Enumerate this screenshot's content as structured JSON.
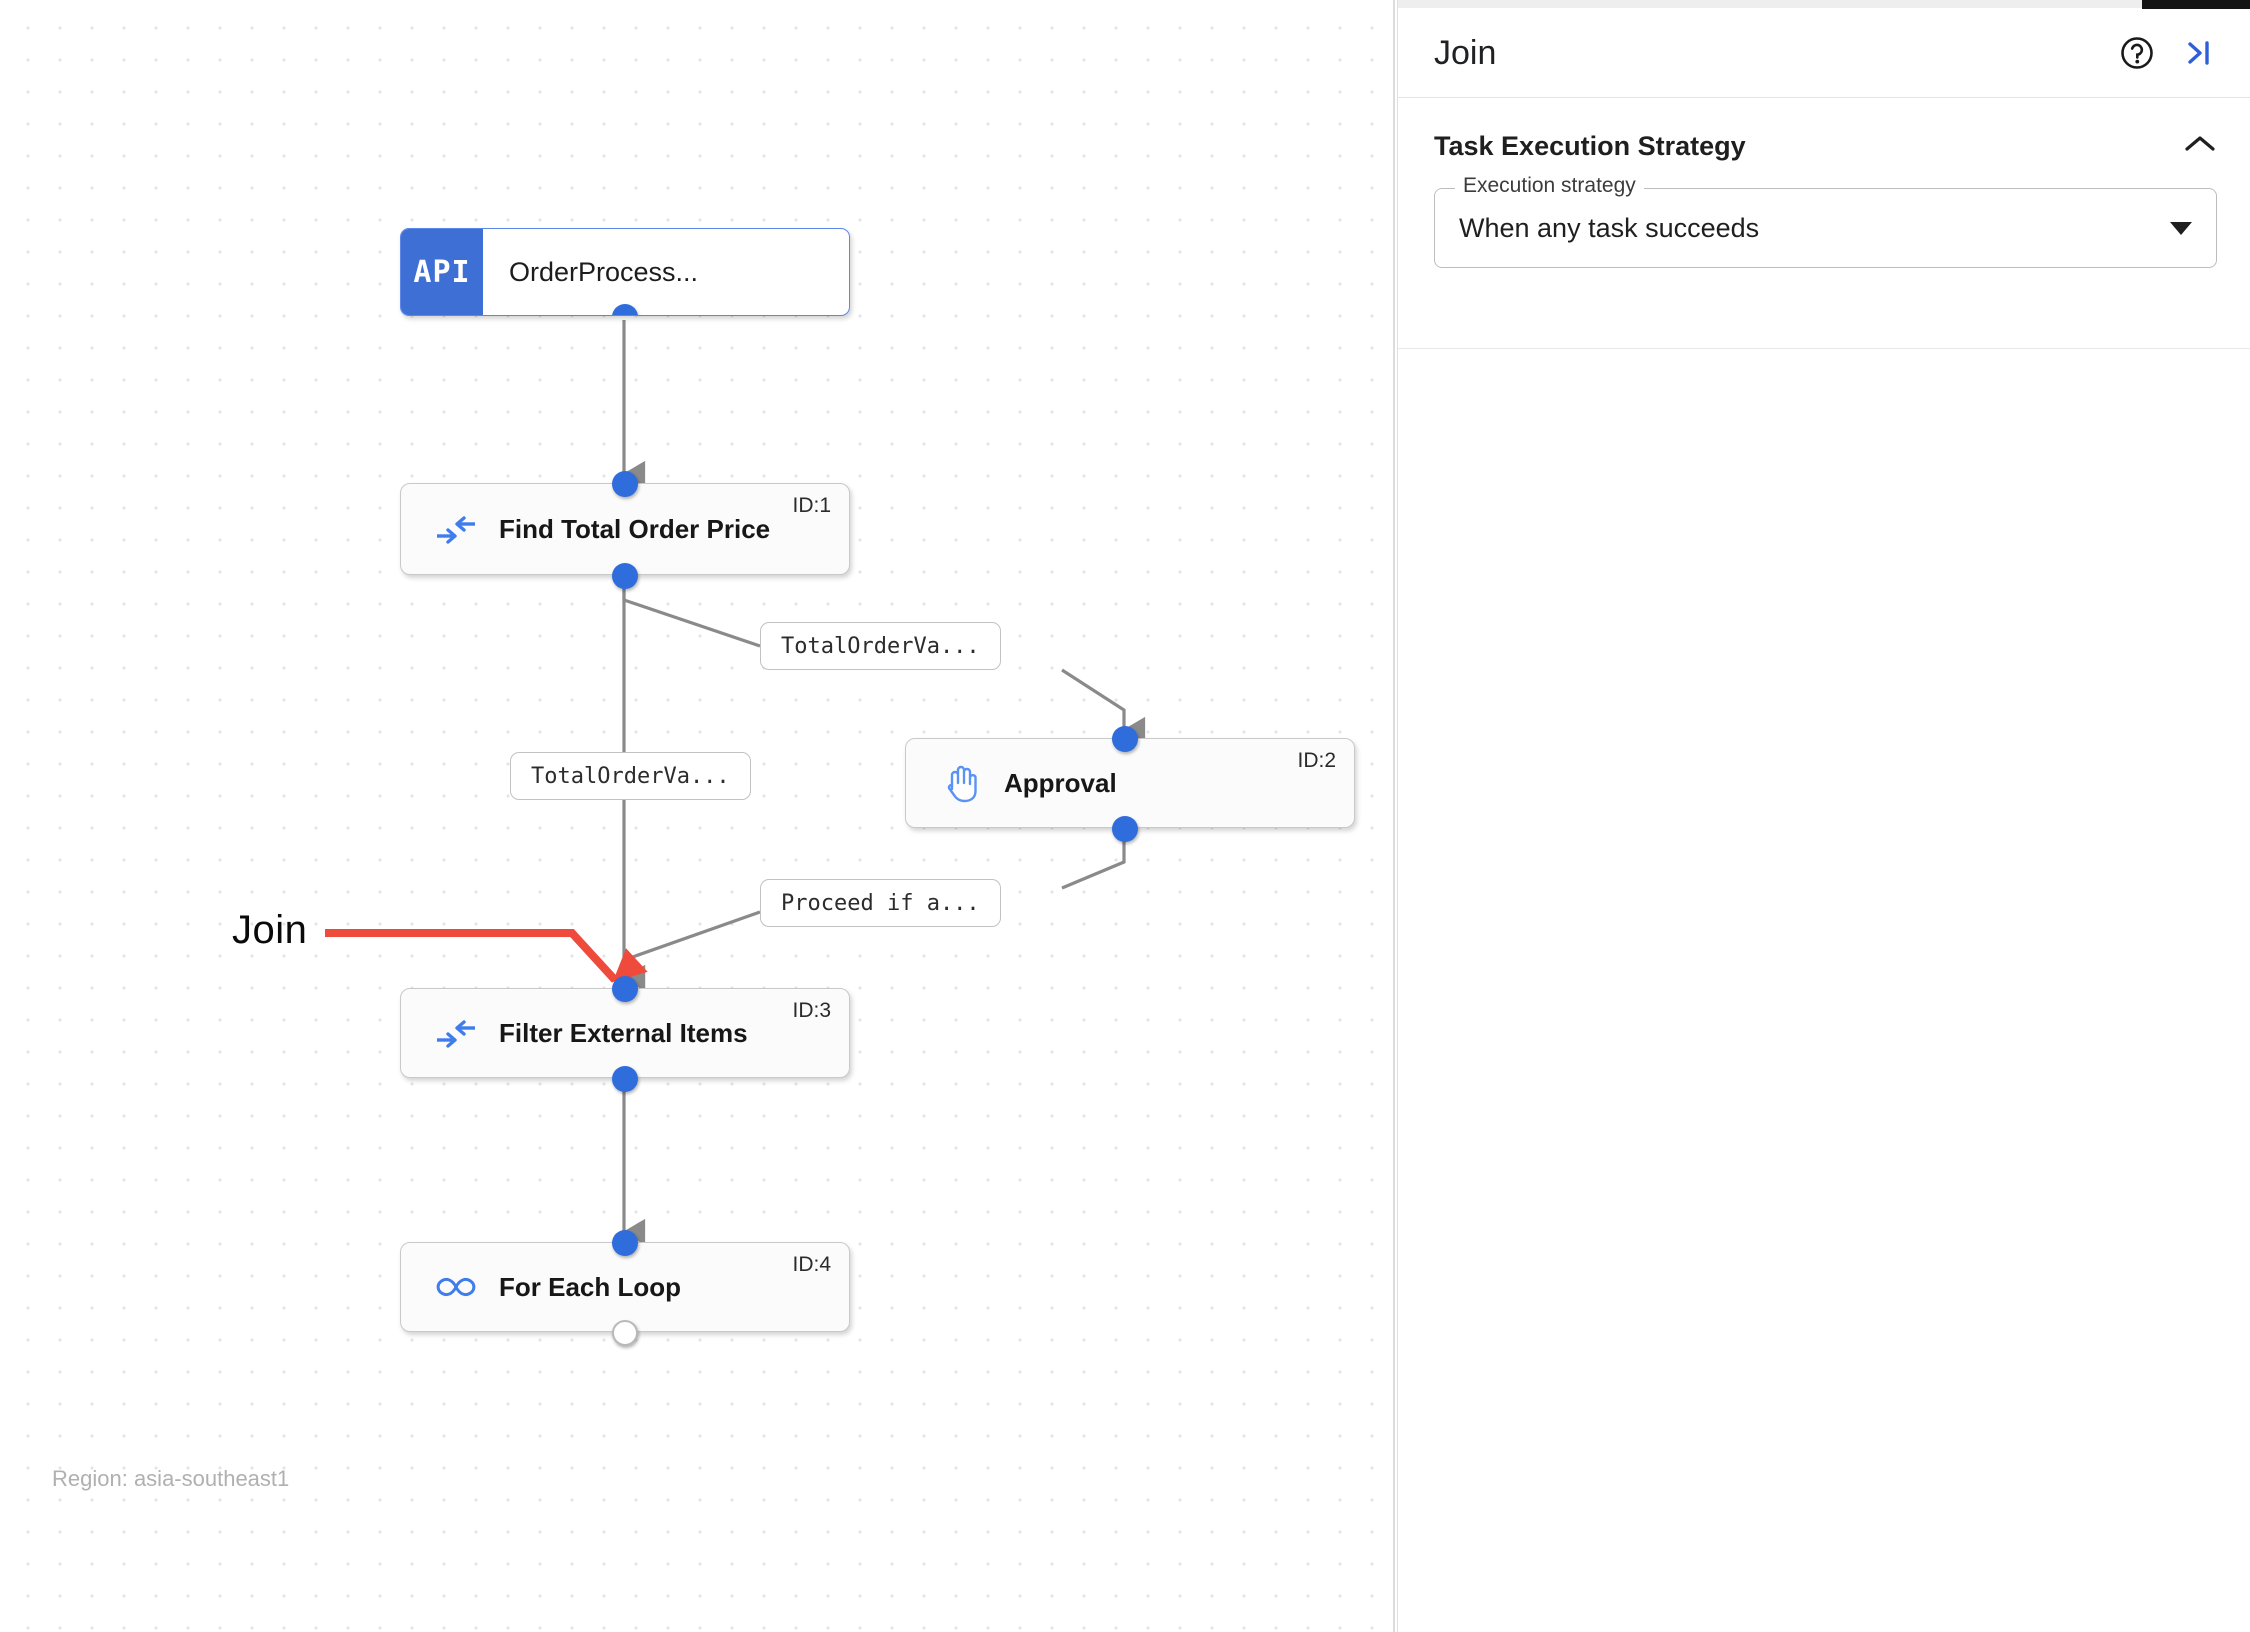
{
  "window": {
    "corner_marker": ""
  },
  "canvas": {
    "region_label": "Region: asia-southeast1",
    "annotation": {
      "label": "Join",
      "color": "#ef4b3c"
    },
    "nodes": [
      {
        "id": "trigger",
        "badge": "API",
        "title": "OrderProcess...",
        "icon": "api-badge-icon",
        "id_label": ""
      },
      {
        "id": "task1",
        "title": "Find Total Order Price",
        "icon": "merge-arrows-icon",
        "id_label": "ID:1"
      },
      {
        "id": "task2",
        "title": "Approval",
        "icon": "raised-hand-icon",
        "id_label": "ID:2"
      },
      {
        "id": "task3",
        "title": "Filter External Items",
        "icon": "merge-arrows-icon",
        "id_label": "ID:3"
      },
      {
        "id": "task4",
        "title": "For Each Loop",
        "icon": "infinity-icon",
        "id_label": "ID:4"
      }
    ],
    "edge_labels": [
      {
        "id": "edge-label-1",
        "text": "TotalOrderVa..."
      },
      {
        "id": "edge-label-2",
        "text": "TotalOrderVa..."
      },
      {
        "id": "edge-label-3",
        "text": "Proceed if a..."
      }
    ]
  },
  "panel": {
    "title": "Join",
    "help_icon": "help-circle-icon",
    "collapse_icon": "collapse-panel-icon",
    "section": {
      "title": "Task Execution Strategy",
      "collapse_icon": "chevron-up-icon",
      "field": {
        "legend": "Execution strategy",
        "value": "When any task succeeds",
        "dropdown_icon": "chevron-down-icon"
      }
    }
  }
}
